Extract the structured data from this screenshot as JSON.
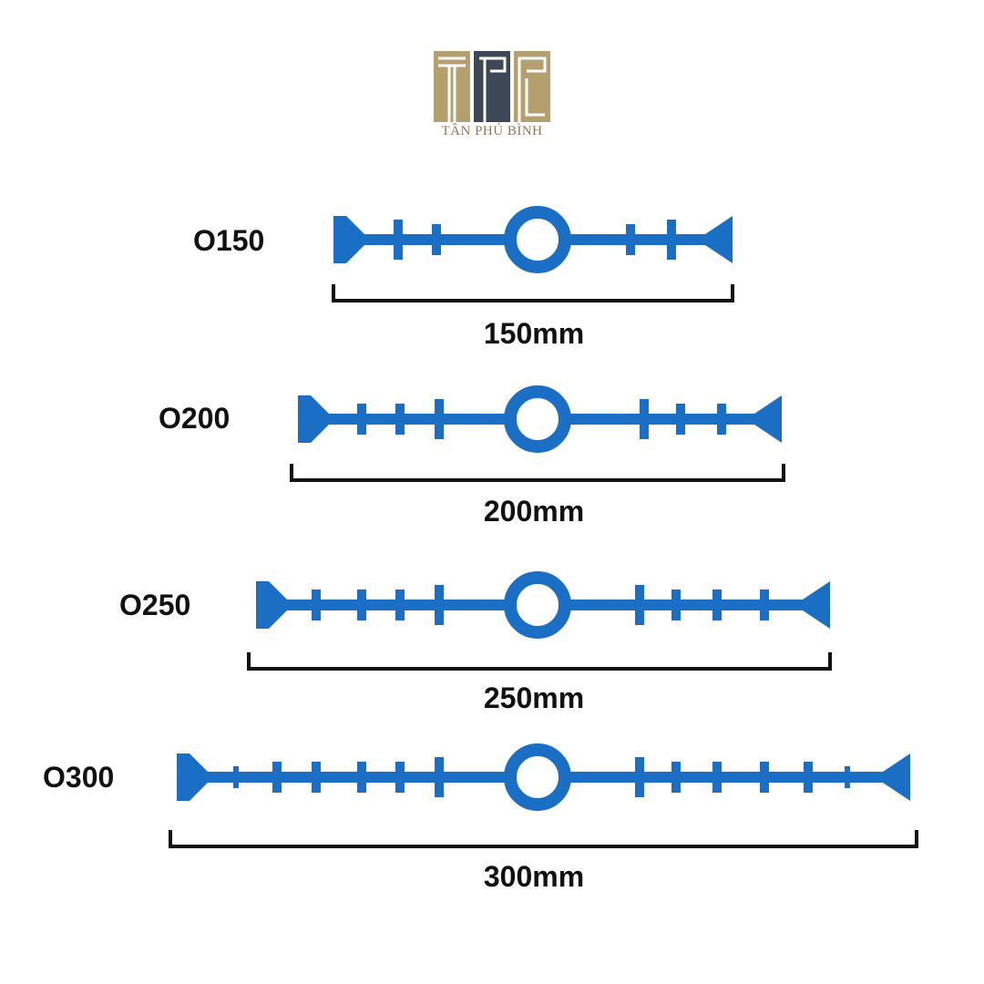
{
  "brand": {
    "name": "TÂN PHÚ BÌNH",
    "logo_colors": {
      "gold": "#b49f6e",
      "slate": "#3d4756"
    }
  },
  "colors": {
    "waterstop": "#1a6fc4",
    "dimension_line": "#111111",
    "text": "#111111"
  },
  "models": [
    {
      "label": "O150",
      "width_label": "150mm",
      "width_mm": 150
    },
    {
      "label": "O200",
      "width_label": "200mm",
      "width_mm": 200
    },
    {
      "label": "O250",
      "width_label": "250mm",
      "width_mm": 250
    },
    {
      "label": "O300",
      "width_label": "300mm",
      "width_mm": 300
    }
  ]
}
